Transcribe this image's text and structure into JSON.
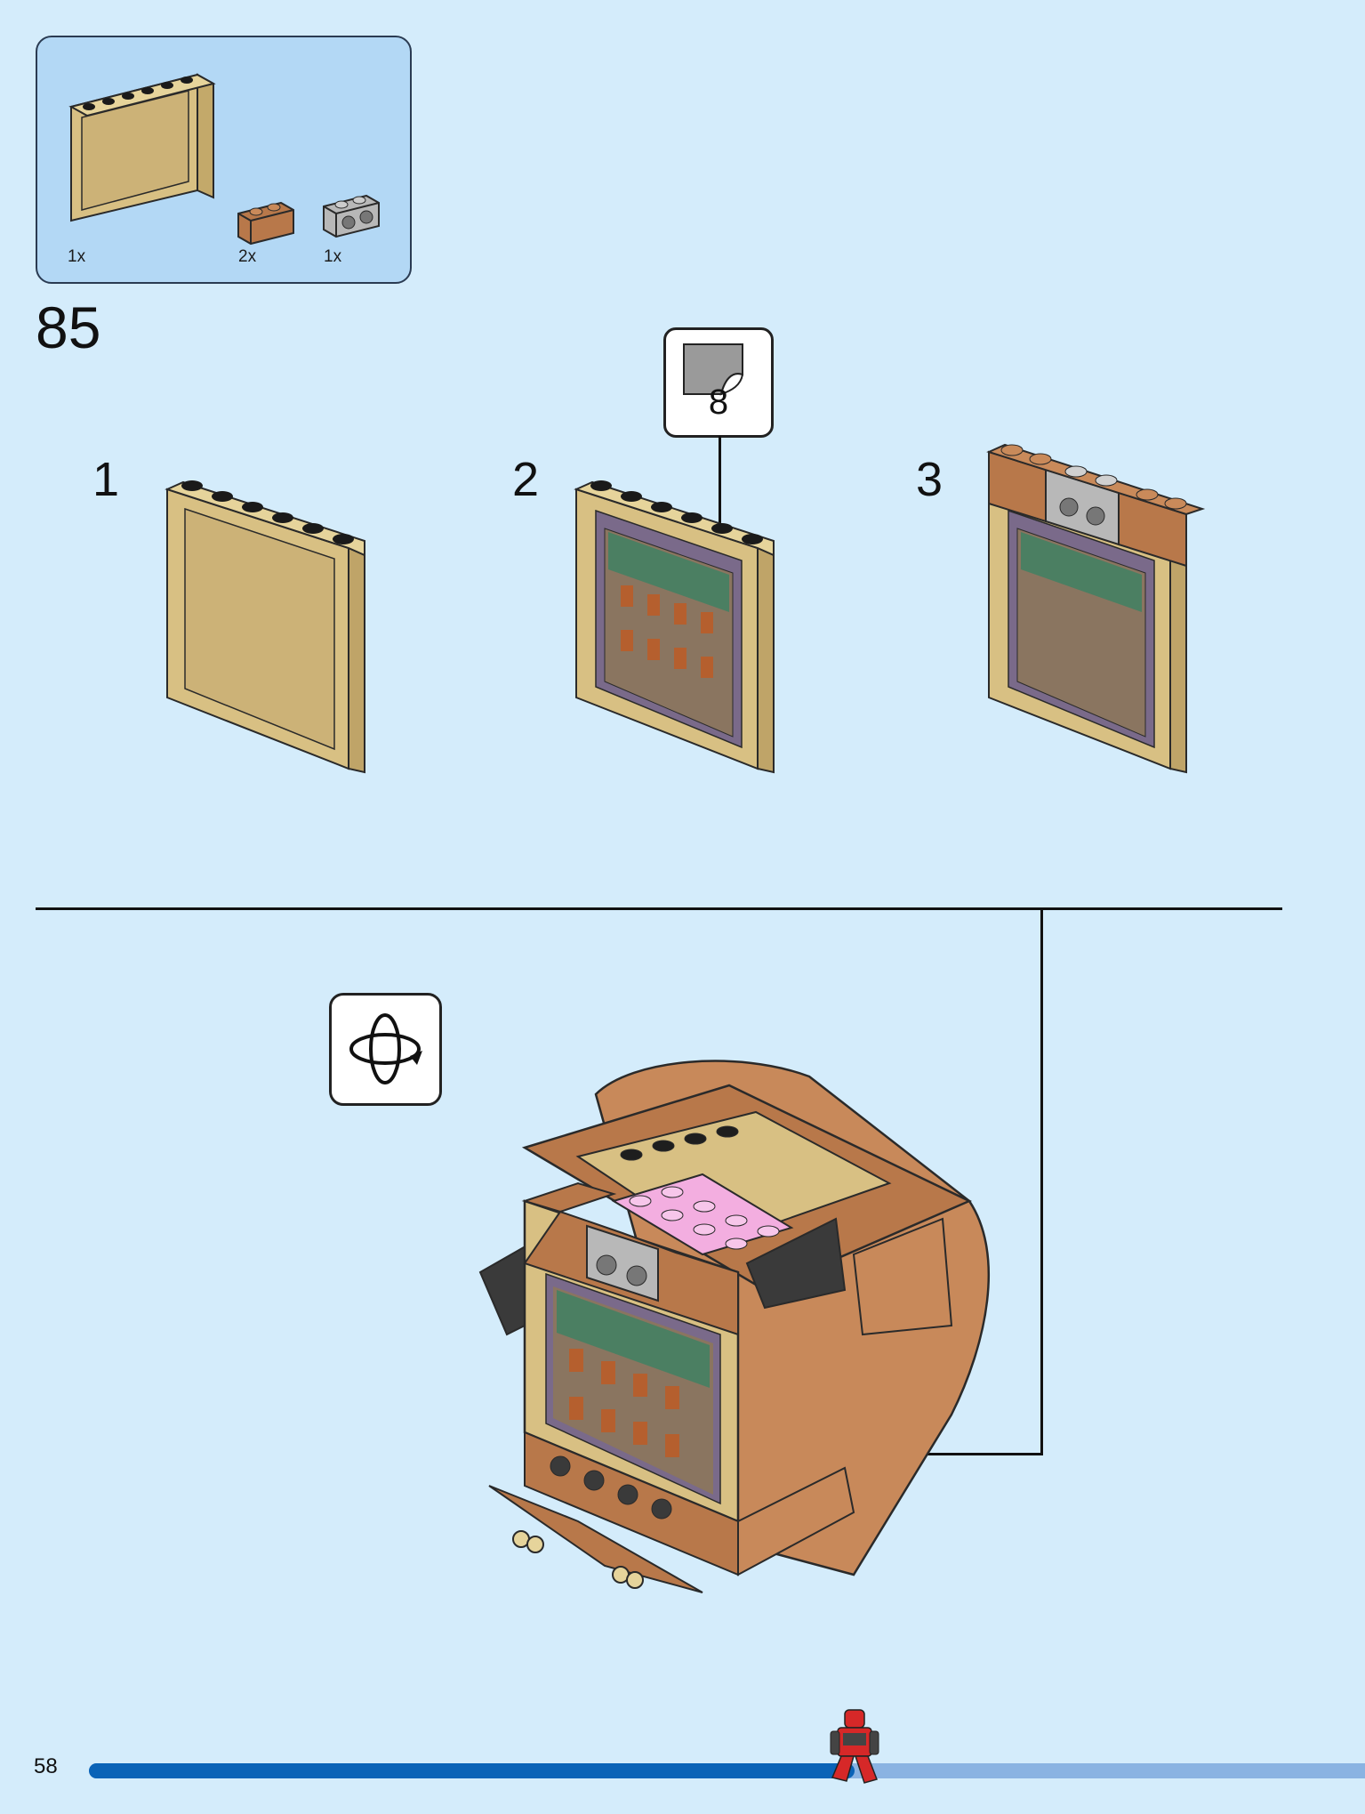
{
  "parts_list": {
    "items": [
      {
        "quantity": "1x",
        "part": "tan-panel-icon"
      },
      {
        "quantity": "2x",
        "part": "brown-brick-1x2-icon"
      },
      {
        "quantity": "1x",
        "part": "grey-brick-1x2-icon"
      }
    ]
  },
  "step": {
    "number": "85"
  },
  "substeps": [
    {
      "label": "1"
    },
    {
      "label": "2"
    },
    {
      "label": "3"
    }
  ],
  "sticker": {
    "number": "8"
  },
  "footer": {
    "page_number": "58",
    "progress": 0.6
  },
  "colors": {
    "background": "#d4ecfb",
    "parts_box": "#b3d8f5",
    "tan": "#d8c083",
    "reddish_brown": "#b8784a",
    "light_grey": "#b8b8b8",
    "pink": "#f3aee0",
    "progress_blue": "#0a63b7"
  }
}
